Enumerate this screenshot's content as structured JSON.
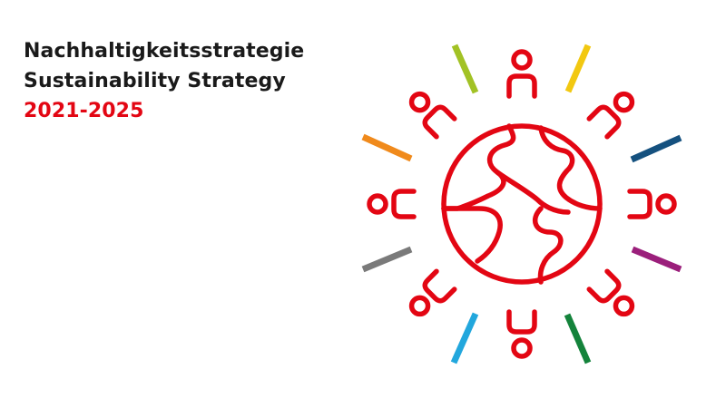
{
  "heading": {
    "line_de": "Nachhaltigkeitsstrategie",
    "line_en": "Sustainability Strategy",
    "years": "2021-2025"
  },
  "colors": {
    "text": "#1a1a1a",
    "accent_red": "#e30613",
    "rays": {
      "lime": "#a2c225",
      "yellow": "#f2c811",
      "orange": "#f08a1c",
      "dark_blue": "#15517f",
      "grey": "#7a7a7a",
      "purple": "#9b1f7b",
      "light_blue": "#22a7dd",
      "green": "#14833b"
    }
  },
  "logo": {
    "icon_name": "globe-with-people-icon"
  }
}
